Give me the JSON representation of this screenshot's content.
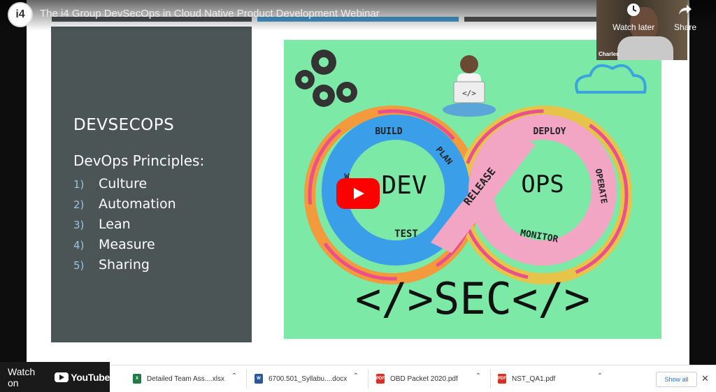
{
  "video": {
    "title": "The i4 Group DevSecOps in Cloud Native Product Development Webinar",
    "channel_logo": "i4"
  },
  "controls": {
    "watch_later": "Watch later",
    "share": "Share",
    "watch_on": "Watch on",
    "youtube": "YouTube"
  },
  "webcam": {
    "name": "Charles"
  },
  "slide": {
    "heading": "DEVSECOPS",
    "subheading": "DevOps Principles:",
    "principles": [
      {
        "num": "1)",
        "label": "Culture"
      },
      {
        "num": "2)",
        "label": "Automation"
      },
      {
        "num": "3)",
        "label": "Lean"
      },
      {
        "num": "4)",
        "label": "Measure"
      },
      {
        "num": "5)",
        "label": "Sharing"
      }
    ]
  },
  "graphic": {
    "dev": "DEV",
    "ops": "OPS",
    "build": "BUILD",
    "plan": "PLAN",
    "test": "TEST",
    "release": "RELEASE",
    "deploy": "DEPLOY",
    "operate": "OPERATE",
    "monitor": "MONITOR",
    "code_tag": "</>",
    "sec": "</>SEC</>",
    "left_fragment": "W"
  },
  "downloads": {
    "items": [
      {
        "name": "Detailed Team Ass....xlsx",
        "type": "xlsx"
      },
      {
        "name": "6700.501_Syllabu....docx",
        "type": "docx"
      },
      {
        "name": "OBD Packet 2020.pdf",
        "type": "pdf"
      },
      {
        "name": "NST_QA1.pdf",
        "type": "pdf"
      }
    ],
    "show_all": "Show all"
  },
  "colors": {
    "panel": "#4b5556",
    "art_bg": "#7de9a6",
    "ribbon_blue": "#3a9fe8",
    "ribbon_pink": "#f2a6c4",
    "play_red": "#ff0000"
  }
}
